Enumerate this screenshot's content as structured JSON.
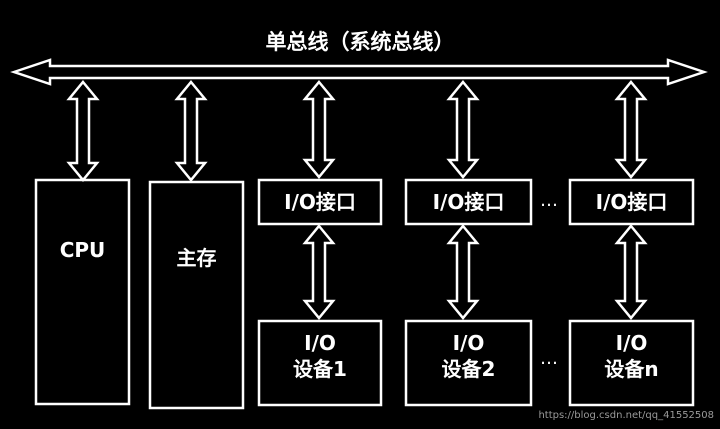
{
  "title": "单总线（系统总线）",
  "cpu_label": "CPU",
  "memory_label": "主存",
  "io_interfaces": [
    "I/O接口",
    "I/O接口",
    "I/O接口"
  ],
  "io_devices": [
    {
      "line1": "I/O",
      "line2": "设备1"
    },
    {
      "line1": "I/O",
      "line2": "设备2"
    },
    {
      "line1": "I/O",
      "line2": "设备n"
    }
  ],
  "ellipsis": "…",
  "watermark": "https://blog.csdn.net/qq_41552508",
  "colors": {
    "background": "#000000",
    "stroke": "#ffffff",
    "text": "#ffffff"
  }
}
